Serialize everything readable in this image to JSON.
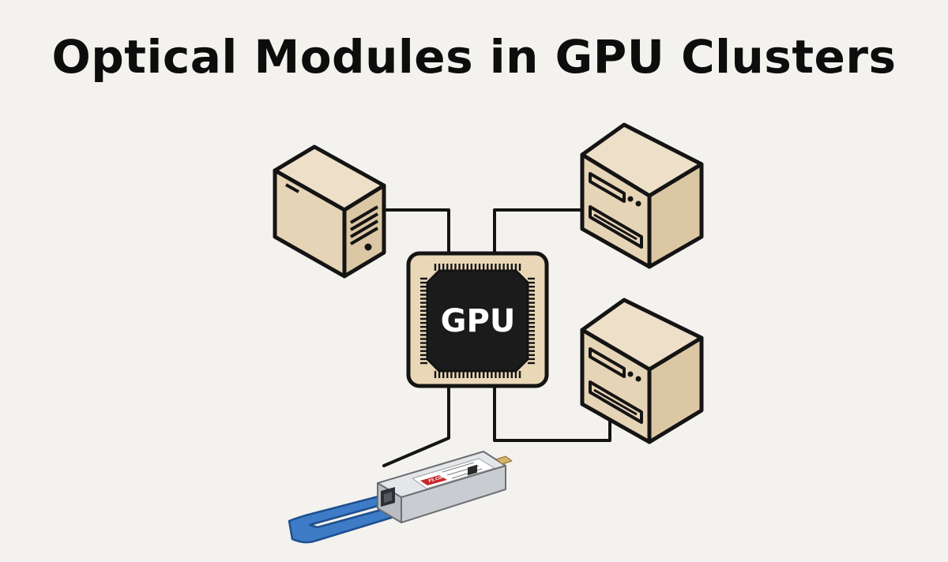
{
  "title": "Optical Modules in GPU Clusters",
  "gpu": {
    "label": "GPU"
  },
  "optical_module": {
    "brand_label": "FS.COM"
  },
  "colors": {
    "background": "#f4f2ee",
    "server_face": "#e8d8bf",
    "server_side": "#dcc8a8",
    "stroke": "#141414",
    "chip_body": "#1b1b1b",
    "gpu_text": "#ffffff",
    "module_metal": "#d5d7da",
    "module_pull_tab": "#3d7bc6",
    "module_label": "#ffffff",
    "brand_red": "#c8262b"
  },
  "icons": [
    "tower-server-icon",
    "rack-server-icon",
    "gpu-chip-icon",
    "qsfp-transceiver-icon"
  ]
}
